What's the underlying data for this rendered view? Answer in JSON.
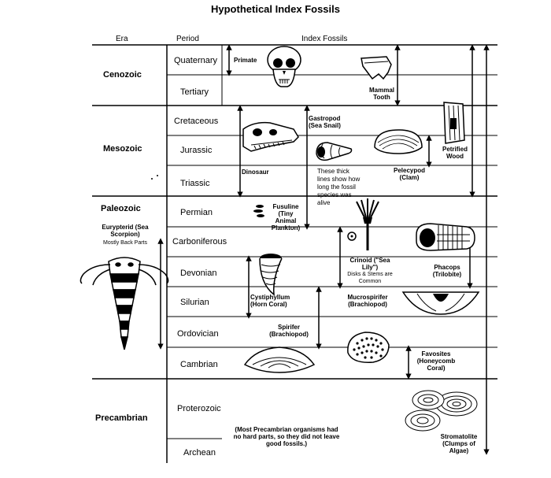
{
  "title": "Hypothetical Index Fossils",
  "headers": {
    "era": "Era",
    "period": "Period",
    "index": "Index Fossils"
  },
  "eras": {
    "cenozoic": "Cenozoic",
    "mesozoic": "Mesozoic",
    "paleozoic": "Paleozoic",
    "precambrian": "Precambrian"
  },
  "periods": {
    "quaternary": "Quaternary",
    "tertiary": "Tertiary",
    "cretaceous": "Cretaceous",
    "jurassic": "Jurassic",
    "triassic": "Triassic",
    "permian": "Permian",
    "carboniferous": "Carboniferous",
    "devonian": "Devonian",
    "silurian": "Silurian",
    "ordovician": "Ordovician",
    "cambrian": "Cambrian",
    "proterozoic": "Proterozoic",
    "archean": "Archean"
  },
  "fossils": {
    "primate": "Primate",
    "mammal_tooth": "Mammal Tooth",
    "gastropod": "Gastropod (Sea Snail)",
    "petrified_wood": "Petrified Wood",
    "dinosaur": "Dinosaur",
    "pelecypod": "Pelecypod (Clam)",
    "fusuline": "Fusuline (Tiny Animal Plankton)",
    "eurypterid": "Eurypterid (Sea Scorpion)",
    "eurypterid_note": "Mostly Back Parts",
    "crinoid": "Crinoid (\"Sea Lily\")",
    "crinoid_note": "Disks & Stems are Common",
    "phacops": "Phacops (Trilobite)",
    "cystiphyllum": "Cystiphyllum (Horn Coral)",
    "mucrospirifer": "Mucrospirifer (Brachiopod)",
    "spirifer": "Spirifer (Brachiopod)",
    "favosites": "Favosites (Honeycomb Coral)",
    "stromatolite": "Stromatolite (Clumps of Algae)"
  },
  "notes": {
    "thick_lines": "These thick lines show how long the fossil species was alive",
    "precambrian": "(Most Precambrian organisms had no hard parts, so they did not leave good fossils.)"
  },
  "icons": [
    "primate-skull-icon",
    "mammal-tooth-icon",
    "dinosaur-skull-icon",
    "gastropod-icon",
    "clam-icon",
    "petrified-wood-icon",
    "fusuline-icon",
    "crinoid-icon",
    "trilobite-icon",
    "horn-coral-icon",
    "brachiopod-icon",
    "honeycomb-coral-icon",
    "stromatolite-icon",
    "sea-scorpion-icon"
  ]
}
